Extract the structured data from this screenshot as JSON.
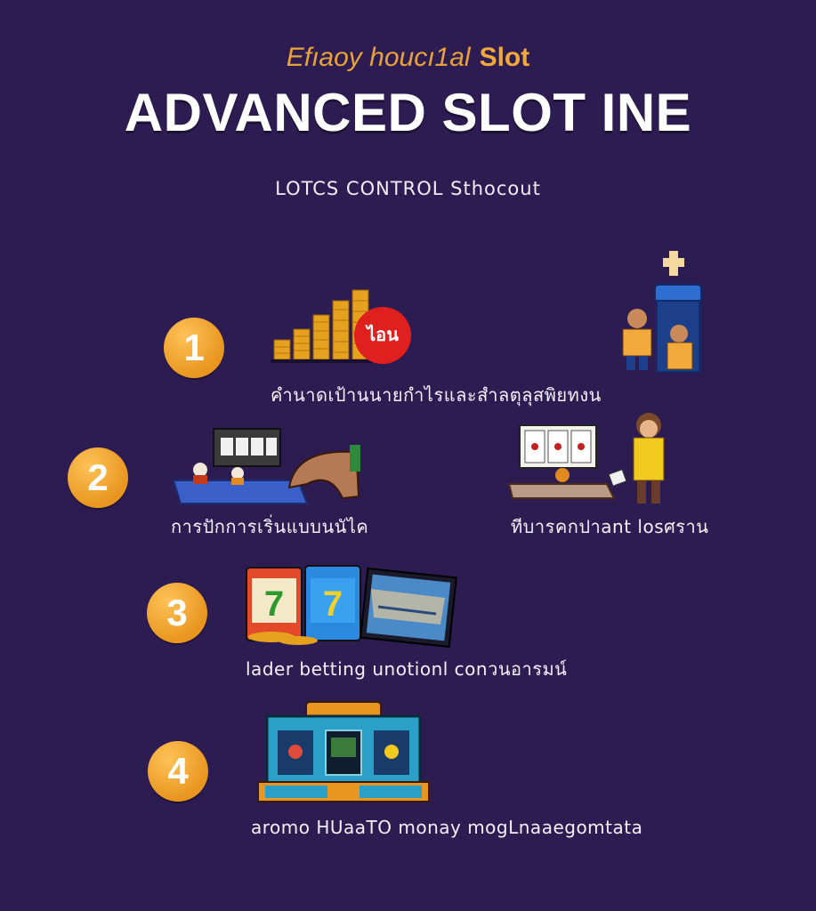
{
  "header": {
    "kicker_left": "Efıaoy houcı1al",
    "kicker_right": "Slot",
    "title": "ADVANCED SLOT INE",
    "subtitle": "LOTCS CONTROL Sthocout"
  },
  "steps": [
    {
      "number": "1",
      "caption": "คำนาดเป้านนายกำไรและสำลตุลุสพิยทงน",
      "badge_label": "ไอน"
    },
    {
      "number": "2",
      "caption_left": "การปักการเริ่นแบบนนัไค",
      "caption_right": "ทีบารคกปาant losศราน"
    },
    {
      "number": "3",
      "caption": "lader betting unotionl conวนอารมน์"
    },
    {
      "number": "4",
      "caption": "aromo HUaaTO monay mogLnaaegomtata"
    }
  ],
  "colors": {
    "background": "#2d1c52",
    "accent": "#f2a93b",
    "badge": "#e8961f"
  }
}
